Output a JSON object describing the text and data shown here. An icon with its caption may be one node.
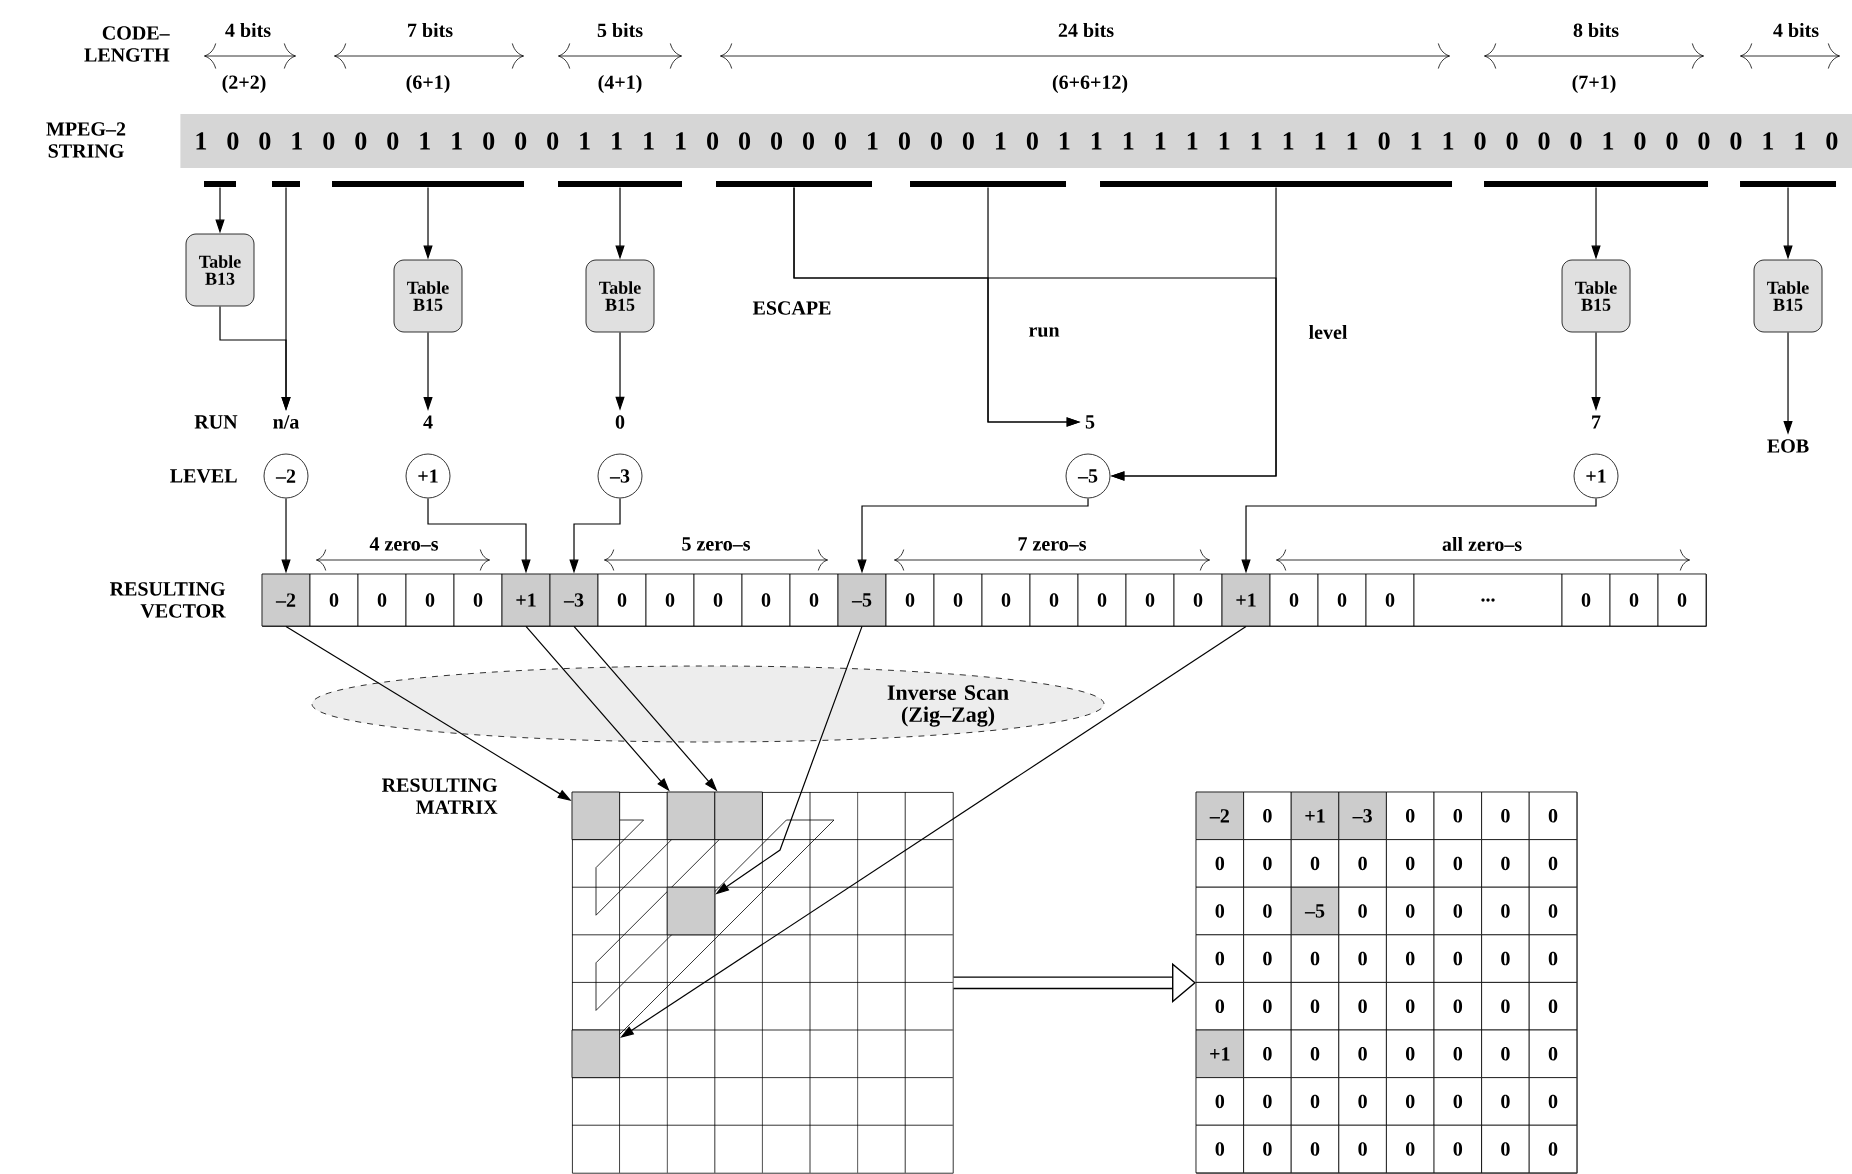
{
  "diagram": {
    "nodes": [
      {
        "text": [
          "MPEG–2 STRING",
          "1 0 0 1 0 0 0 1 1 0 0 0 1 1 1 1 0 0 0 0 0 1 0 0 0 1 0 1 1 1 1 1 1 1 1 1 1 0 1 1 0 0 0 0 1 0 0 0 0 1 1 0"
        ]
      },
      {
        "text": [],
        "shape": "bar"
      },
      {
        "text": [],
        "shape": "bar"
      },
      {
        "text": [],
        "shape": "bar"
      },
      {
        "text": [],
        "shape": "bar"
      },
      {
        "text": [],
        "shape": "bar"
      },
      {
        "text": [],
        "shape": "bar"
      },
      {
        "text": [],
        "shape": "bar"
      },
      {
        "text": [],
        "shape": "bar"
      },
      {
        "text": [],
        "shape": "bar"
      },
      {
        "text": [
          "Table B13"
        ]
      },
      {
        "text": [
          "Table B15"
        ]
      },
      {
        "text": [
          "Table B15"
        ]
      },
      {
        "text": [
          "Table B15"
        ]
      },
      {
        "text": [
          "Table B15"
        ]
      },
      {
        "text": [
          "n/a"
        ]
      },
      {
        "text": [
          "4"
        ]
      },
      {
        "text": [
          "0"
        ]
      },
      {
        "text": [
          "5"
        ]
      },
      {
        "text": [
          "7"
        ]
      },
      {
        "text": [
          "EOB"
        ]
      },
      {
        "text": [
          "–2"
        ]
      },
      {
        "text": [
          "+1"
        ]
      },
      {
        "text": [
          "–3"
        ]
      },
      {
        "text": [
          "–5"
        ]
      },
      {
        "text": [
          "+1"
        ]
      },
      {
        "text": [
          "RESULTING VECTOR"
        ]
      },
      {
        "text": [
          "–2"
        ],
        "in": 26
      },
      {
        "text": [
          "0"
        ],
        "in": 26
      },
      {
        "text": [
          "0"
        ],
        "in": 26
      },
      {
        "text": [
          "0"
        ],
        "in": 26
      },
      {
        "text": [
          "0"
        ],
        "in": 26
      },
      {
        "text": [
          "+1"
        ],
        "in": 26
      },
      {
        "text": [
          "–3"
        ],
        "in": 26
      },
      {
        "text": [
          "0"
        ],
        "in": 26
      },
      {
        "text": [
          "0"
        ],
        "in": 26
      },
      {
        "text": [
          "0"
        ],
        "in": 26
      },
      {
        "text": [
          "0"
        ],
        "in": 26
      },
      {
        "text": [
          "0"
        ],
        "in": 26
      },
      {
        "text": [
          "–5"
        ],
        "in": 26
      },
      {
        "text": [
          "0"
        ],
        "in": 26
      },
      {
        "text": [
          "0"
        ],
        "in": 26
      },
      {
        "text": [
          "0"
        ],
        "in": 26
      },
      {
        "text": [
          "0"
        ],
        "in": 26
      },
      {
        "text": [
          "0"
        ],
        "in": 26
      },
      {
        "text": [
          "0"
        ],
        "in": 26
      },
      {
        "text": [
          "0"
        ],
        "in": 26
      },
      {
        "text": [
          "+1"
        ],
        "in": 26
      },
      {
        "text": [
          "0"
        ],
        "in": 26
      },
      {
        "text": [
          "0"
        ],
        "in": 26
      },
      {
        "text": [
          "0"
        ],
        "in": 26
      },
      {
        "text": [
          "..."
        ],
        "in": 26
      },
      {
        "text": [
          "0"
        ],
        "in": 26
      },
      {
        "text": [
          "0"
        ],
        "in": 26
      },
      {
        "text": [
          "0"
        ],
        "in": 26
      },
      {
        "text": [
          "Inverse Scan (Zig–Zag)"
        ]
      },
      {
        "text": [],
        "shape": "box"
      },
      {
        "text": [],
        "shape": "box",
        "in": 56
      },
      {
        "text": [],
        "shape": "box",
        "in": 56
      },
      {
        "text": [],
        "shape": "box",
        "in": 56
      },
      {
        "text": [],
        "shape": "box",
        "in": 56
      },
      {
        "text": [],
        "shape": "box",
        "in": 56
      },
      {
        "text": [],
        "shape": "box"
      }
    ],
    "edges": [
      {
        "from": 1,
        "to": 10,
        "arrow": "to"
      },
      {
        "from": 2,
        "to": 15,
        "arrow": "to"
      },
      {
        "from": 10,
        "to": 15,
        "arrow": "to"
      },
      {
        "from": 3,
        "to": 11,
        "arrow": "to"
      },
      {
        "from": 11,
        "to": 16,
        "arrow": "to"
      },
      {
        "from": 4,
        "to": 12,
        "arrow": "to"
      },
      {
        "from": 12,
        "to": 17,
        "arrow": "to"
      },
      {
        "from": 5,
        "to": 18,
        "arrow": "to"
      },
      {
        "from": 5,
        "to": 24,
        "arrow": "to"
      },
      {
        "from": 6,
        "to": 18,
        "arrow": "to",
        "label": "run"
      },
      {
        "from": 7,
        "to": 24,
        "arrow": "to",
        "label": "level"
      },
      {
        "from": 8,
        "to": 13,
        "arrow": "to"
      },
      {
        "from": 13,
        "to": 19,
        "arrow": "to"
      },
      {
        "from": 9,
        "to": 14,
        "arrow": "to"
      },
      {
        "from": 14,
        "to": 20,
        "arrow": "to"
      },
      {
        "from": 21,
        "to": 27,
        "arrow": "to"
      },
      {
        "from": 22,
        "to": 32,
        "arrow": "to"
      },
      {
        "from": 23,
        "to": 33,
        "arrow": "to"
      },
      {
        "from": 24,
        "to": 39,
        "arrow": "to"
      },
      {
        "from": 25,
        "to": 47,
        "arrow": "to"
      },
      {
        "from": 27,
        "to": 57,
        "arrow": "to"
      },
      {
        "from": 32,
        "to": 58,
        "arrow": "to"
      },
      {
        "from": 33,
        "to": 59,
        "arrow": "to"
      },
      {
        "from": 39,
        "to": 60,
        "arrow": "to"
      },
      {
        "from": 47,
        "to": 61,
        "arrow": "to"
      },
      {
        "from": 56,
        "to": 62,
        "arrow": "to",
        "style": "thick"
      }
    ],
    "labels": [
      "CODE– LENGTH",
      "4 bits",
      "(2+2)",
      "7 bits",
      "(6+1)",
      "5 bits",
      "(4+1)",
      "24 bits",
      "(6+6+12)",
      "8 bits",
      "(7+1)",
      "4 bits",
      "ESCAPE",
      "RUN",
      "LEVEL",
      "4 zero–s",
      "5 zero–s",
      "7 zero–s",
      "all zero–s",
      "RESULTING MATRIX",
      "–2",
      "0",
      "+1",
      "–3",
      "0",
      "0",
      "0",
      "0",
      "0",
      "0",
      "0",
      "0",
      "0",
      "0",
      "0",
      "0",
      "0",
      "0",
      "–5",
      "0",
      "0",
      "0",
      "0",
      "0",
      "0",
      "0",
      "0",
      "0",
      "0",
      "0",
      "0",
      "0",
      "0",
      "0",
      "0",
      "0",
      "0",
      "0",
      "0",
      "0",
      "+1",
      "0",
      "0",
      "0",
      "0",
      "0",
      "0",
      "0",
      "0",
      "0",
      "0",
      "0",
      "0",
      "0",
      "0",
      "0",
      "0",
      "0",
      "0",
      "0",
      "0",
      "0",
      "0",
      "0"
    ]
  }
}
